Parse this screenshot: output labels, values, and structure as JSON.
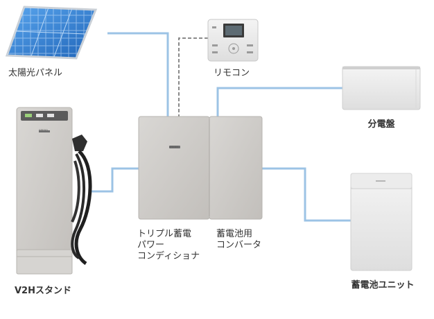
{
  "components": {
    "solar_panel": {
      "label": "太陽光パネル"
    },
    "remote": {
      "label": "リモコン"
    },
    "distribution_board": {
      "label": "分電盤"
    },
    "power_conditioner": {
      "label_lines": [
        "トリプル蓄電",
        "パワー",
        "コンディショナ"
      ],
      "logo": "omron"
    },
    "battery_converter": {
      "label_lines": [
        "蓄電池用",
        "コンバータ"
      ]
    },
    "battery_unit": {
      "label": "蓄電池ユニット"
    },
    "v2h_stand": {
      "label": "V2Hスタンド",
      "logo": "omron"
    }
  },
  "colors": {
    "power_line": "#9cc3e5",
    "signal_line": "#8a8a8a",
    "panel_blue": "#2f7fd3",
    "device_gray": "#cdcac6"
  }
}
